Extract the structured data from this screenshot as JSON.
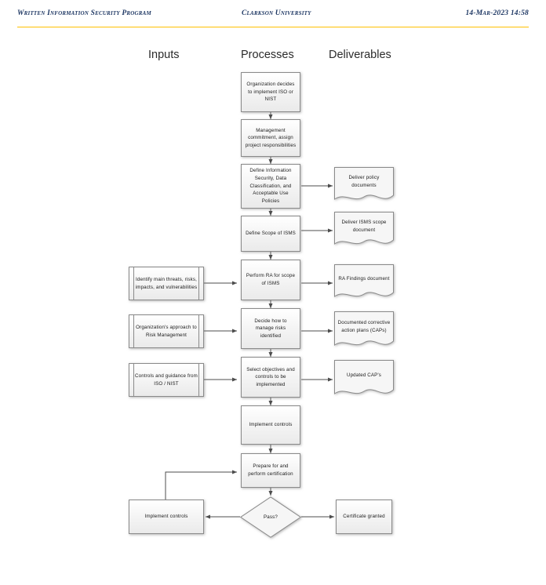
{
  "header": {
    "left": "Written Information Security Program",
    "center": "Clarkson University",
    "right": "14-Mar-2023 14:58",
    "text_color": "#1F3864",
    "rule_color": "#FFC000"
  },
  "columns": {
    "inputs": "Inputs",
    "processes": "Processes",
    "deliverables": "Deliverables"
  },
  "diagram": {
    "type": "flowchart",
    "processes": [
      {
        "id": "p1",
        "label": "Organization decides to implement ISO or NIST"
      },
      {
        "id": "p2",
        "label": "Management commitment, assign project responsibilities"
      },
      {
        "id": "p3",
        "label": "Define Information Security, Data Classification, and Acceptable Use Policies"
      },
      {
        "id": "p4",
        "label": "Define Scope of ISMS"
      },
      {
        "id": "p5",
        "label": "Perform RA for scope of ISMS"
      },
      {
        "id": "p6",
        "label": "Decide how to manage risks identified"
      },
      {
        "id": "p7",
        "label": "Select objectives and controls to be implemented"
      },
      {
        "id": "p8",
        "label": "Implement controls"
      },
      {
        "id": "p9",
        "label": "Prepare for and perform certification"
      }
    ],
    "inputs": [
      {
        "id": "i1",
        "label": "Identify main threats, risks, impacts, and vulnerabilities"
      },
      {
        "id": "i2",
        "label": "Organization's approach to Risk Management"
      },
      {
        "id": "i3",
        "label": "Controls and guidance from ISO / NIST"
      }
    ],
    "deliverables": [
      {
        "id": "d1",
        "label": "Deliver policy documents"
      },
      {
        "id": "d2",
        "label": "Deliver ISMS scope document"
      },
      {
        "id": "d3",
        "label": "RA Findings document"
      },
      {
        "id": "d4",
        "label": "Documented corrective action plans (CAPs)"
      },
      {
        "id": "d5",
        "label": "Updated CAP's"
      }
    ],
    "decision": {
      "id": "dec1",
      "label": "Pass?"
    },
    "terminal": [
      {
        "id": "t1",
        "label": "Implement controls"
      },
      {
        "id": "t2",
        "label": "Certificate granted"
      }
    ]
  }
}
